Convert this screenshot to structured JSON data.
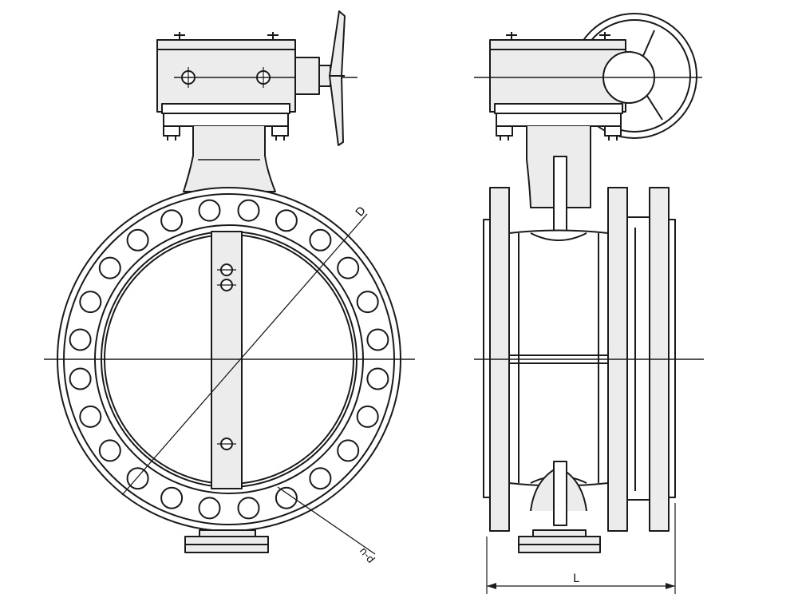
{
  "drawing": {
    "labels": {
      "diameter": "D",
      "bolt_holes": "n-d",
      "length": "L"
    },
    "colors": {
      "ink": "#1a1a1a",
      "gray_fill": "#ececec",
      "background": "#ffffff"
    }
  }
}
